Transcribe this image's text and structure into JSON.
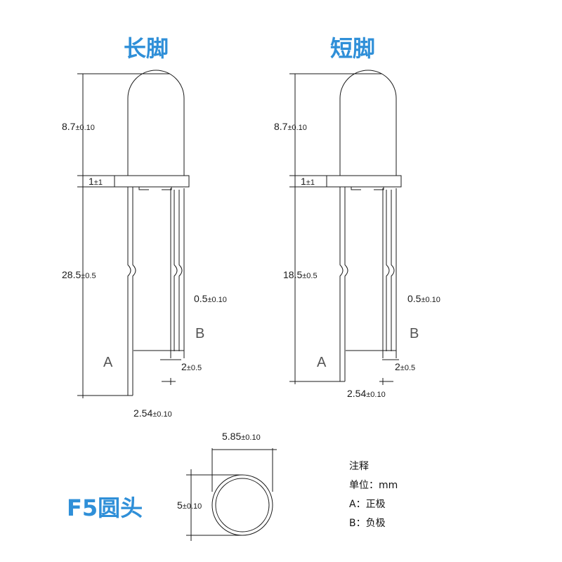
{
  "titles": {
    "long_leg": "长脚",
    "short_leg": "短脚",
    "round_head": "F5圆头"
  },
  "colors": {
    "title": "#2f8fd8",
    "line": "#1a1a1a"
  },
  "long": {
    "h_val": "8.7",
    "h_tol": "±0.10",
    "flange_val": "1",
    "flange_tol": "±1",
    "leg_val": "28.5",
    "leg_tol": "±0.5",
    "wire_val": "0.5",
    "wire_tol": "±0.10",
    "b_val": "2",
    "b_tol": "±0.5",
    "pitch_val": "2.54",
    "pitch_tol": "±0.10",
    "pin_a": "A",
    "pin_b": "B"
  },
  "short": {
    "h_val": "8.7",
    "h_tol": "±0.10",
    "flange_val": "1",
    "flange_tol": "±1",
    "leg_val": "18.5",
    "leg_tol": "±0.5",
    "wire_val": "0.5",
    "wire_tol": "±0.10",
    "b_val": "2",
    "b_tol": "±0.5",
    "pitch_val": "2.54",
    "pitch_tol": "±0.10",
    "pin_a": "A",
    "pin_b": "B"
  },
  "top_view": {
    "dia_val": "5.85",
    "dia_tol": "±0.10",
    "h_val": "5",
    "h_tol": "±0.10"
  },
  "notes": {
    "title": "注释",
    "unit": "单位：mm",
    "a": "A：正极",
    "b": "B：负极"
  }
}
